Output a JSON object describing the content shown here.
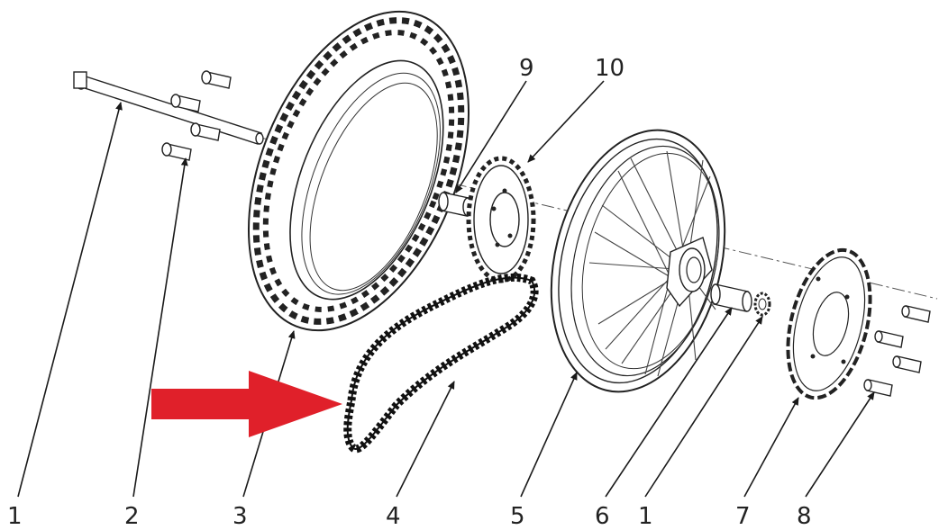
{
  "callouts": [
    {
      "id": "c1a",
      "text": "1"
    },
    {
      "id": "c2",
      "text": "2"
    },
    {
      "id": "c3",
      "text": "3"
    },
    {
      "id": "c4",
      "text": "4"
    },
    {
      "id": "c5",
      "text": "5"
    },
    {
      "id": "c6",
      "text": "6"
    },
    {
      "id": "c1b",
      "text": "1"
    },
    {
      "id": "c7",
      "text": "7"
    },
    {
      "id": "c8",
      "text": "8"
    },
    {
      "id": "c9",
      "text": "9"
    },
    {
      "id": "c10",
      "text": "10"
    }
  ],
  "colors": {
    "line": "#1a1a1a",
    "arrow": "#e0202a",
    "background": "#ffffff"
  },
  "icons": {
    "highlight_arrow": "red-right-arrow-icon"
  }
}
